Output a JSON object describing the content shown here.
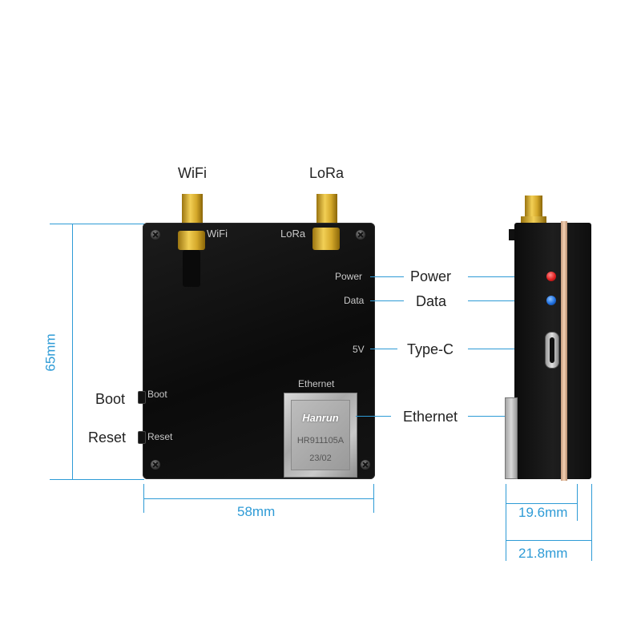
{
  "labels": {
    "wifi": "WiFi",
    "lora": "LoRa",
    "boot": "Boot",
    "reset": "Reset",
    "power": "Power",
    "data": "Data",
    "typec": "Type-C",
    "ethernet": "Ethernet"
  },
  "silkscreen": {
    "wifi": "WiFi",
    "lora": "LoRa",
    "power": "Power",
    "data": "Data",
    "v5": "5V",
    "ethernet": "Ethernet",
    "boot": "Boot",
    "reset": "Reset"
  },
  "rj45": {
    "brand": "Hanrun",
    "model": "HR911105A",
    "date": "23/02"
  },
  "dimensions": {
    "height": "65mm",
    "width": "58mm",
    "depth_body": "19.6mm",
    "depth_total": "21.8mm"
  },
  "colors": {
    "dimension_line": "#2e9bd6",
    "led_power": "#e02020",
    "led_data": "#1e6fe0",
    "antenna_gold": "#d4a82a"
  }
}
